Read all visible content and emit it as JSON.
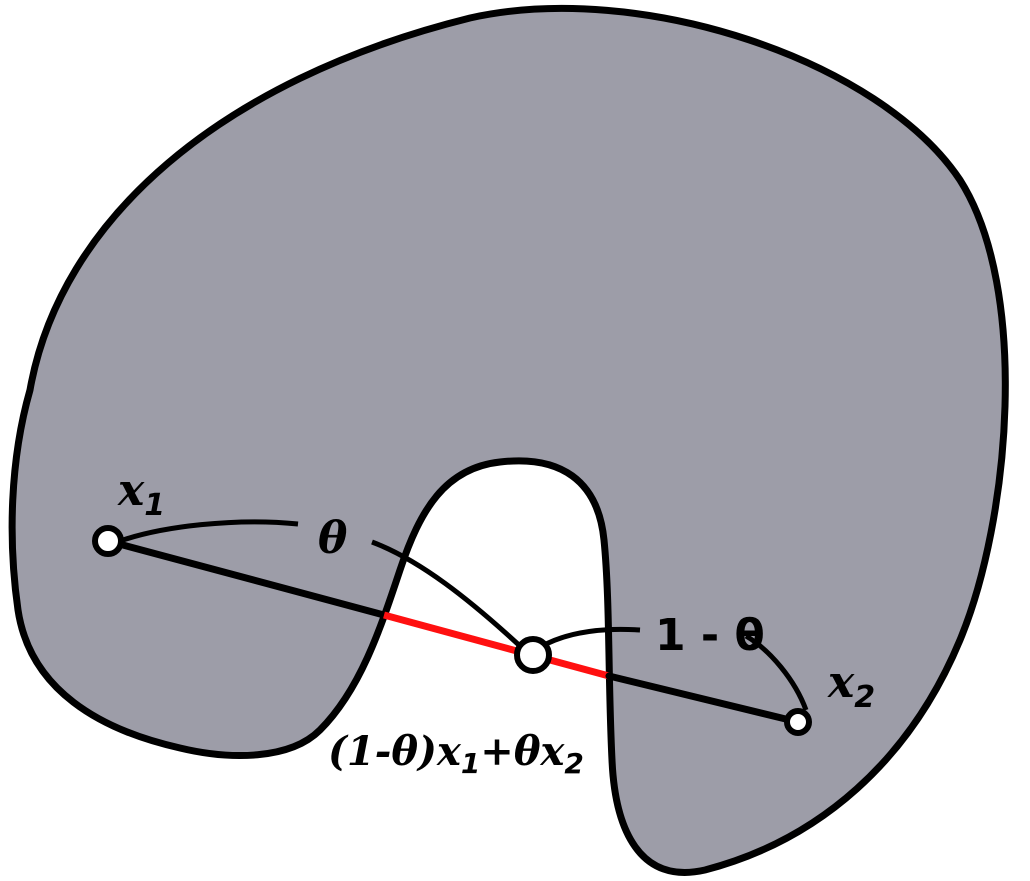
{
  "colors": {
    "set_fill": "#9d9da8",
    "outline": "#000000",
    "segment_outside": "#ff1010",
    "background": "#ffffff"
  },
  "labels": {
    "x1": "x",
    "x1_sub": "1",
    "x2": "x",
    "x2_sub": "2",
    "theta": "θ",
    "one_minus_theta": "1 - θ",
    "combo_main": "(1-θ)x",
    "combo_sub1": "1",
    "combo_mid": "+θx",
    "combo_sub2": "2"
  }
}
